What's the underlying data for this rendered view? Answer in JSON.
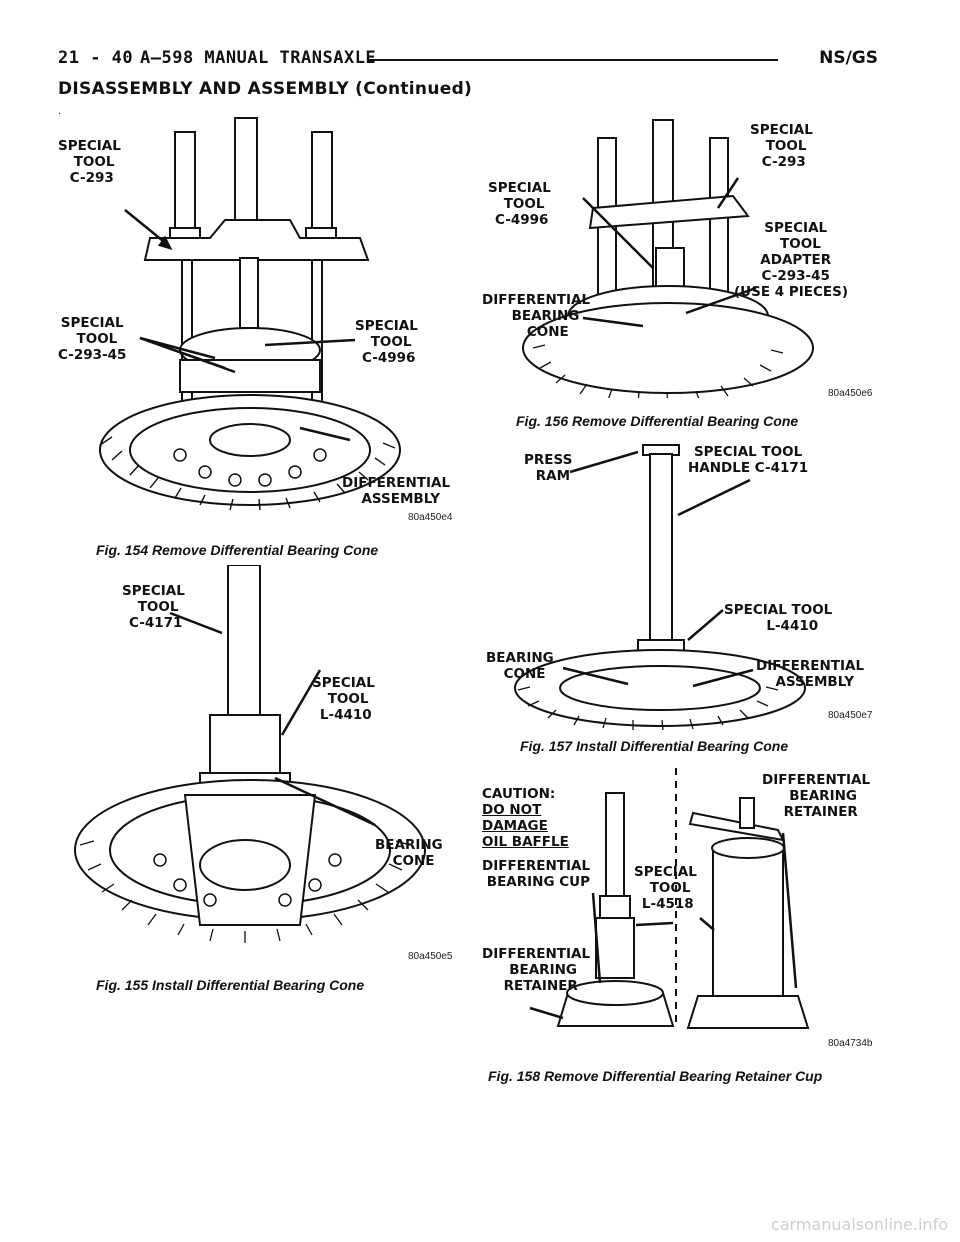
{
  "header": {
    "page_number": "21 - 40",
    "section_title": "A–598 MANUAL TRANSAXLE",
    "model": "NS/GS"
  },
  "subheader": "DISASSEMBLY AND ASSEMBLY (Continued)",
  "mark": ".",
  "figures": {
    "fig154": {
      "caption": "Fig. 154 Remove Differential Bearing Cone",
      "code": "80a450e4",
      "labels": {
        "tool1": "SPECIAL\n  TOOL\n C-293",
        "tool2": "SPECIAL\n  TOOL\nC-293-45",
        "tool3": "SPECIAL\n  TOOL\n C-4996",
        "assembly": "DIFFERENTIAL\n  ASSEMBLY"
      }
    },
    "fig155": {
      "caption": "Fig. 155 Install Differential Bearing Cone",
      "code": "80a450e5",
      "labels": {
        "tool1": "SPECIAL\n  TOOL\n C-4171",
        "tool2": "SPECIAL\n  TOOL\n L-4410",
        "cone": "BEARING\n  CONE"
      }
    },
    "fig156": {
      "caption": "Fig. 156 Remove Differential Bearing Cone",
      "code": "80a450e6",
      "labels": {
        "tool1": "SPECIAL\n  TOOL\n C-4996",
        "cone": "DIFFERENTIAL\n    BEARING\n     CONE",
        "tool2": "SPECIAL\n  TOOL\n C-293",
        "adapter": "  SPECIAL\n    TOOL\n  ADAPTER\n  C-293-45\n(USE 4 PIECES)"
      }
    },
    "fig157": {
      "caption": "Fig. 157 Install Differential Bearing Cone",
      "code": "80a450e7",
      "labels": {
        "ram": "PRESS\n  RAM",
        "handle": "SPECIAL TOOL\nHANDLE C-4171",
        "tool": "SPECIAL TOOL\n      L-4410",
        "cone": "BEARING\n  CONE",
        "assembly": "DIFFERENTIAL\n  ASSEMBLY"
      }
    },
    "fig158": {
      "caption": "Fig. 158 Remove Differential Bearing Retainer Cup",
      "code": "80a4734b",
      "labels": {
        "caution": "CAUTION:",
        "caution_l1": "DO NOT",
        "caution_l2": "DAMAGE",
        "caution_l3": "OIL BAFFLE",
        "cup": "DIFFERENTIAL\n BEARING CUP",
        "tool": "SPECIAL\n  TOOL\n L-4518",
        "retainer_left": "DIFFERENTIAL\n   BEARING\n  RETAINER",
        "retainer_right": "DIFFERENTIAL\n   BEARING\n  RETAINER"
      }
    }
  },
  "footer_mark": "carmanualsonline.info"
}
